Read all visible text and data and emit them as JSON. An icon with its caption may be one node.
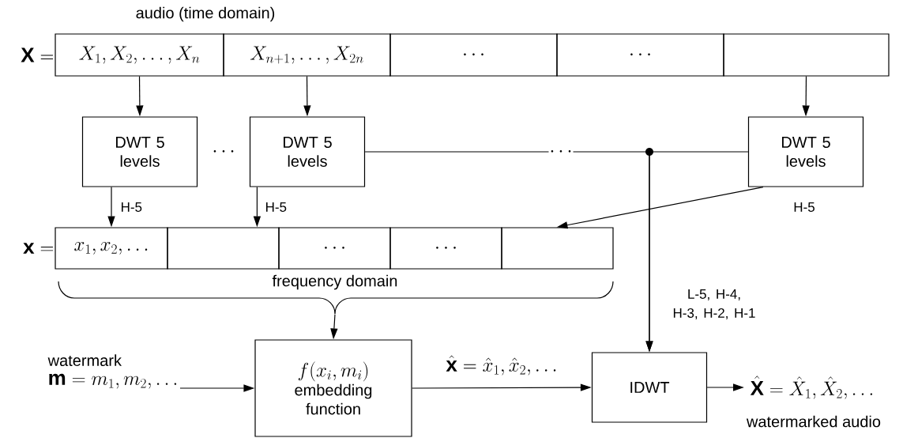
{
  "diagram": {
    "nodes": [
      {
        "text": [
          "X_{1}, X_{2}, \\ldots, X_{n}"
        ],
        "beside": [
          "\\mathbf{X} ="
        ]
      },
      {
        "text": [
          "X_{n+1}, \\ldots, X_{2n}"
        ]
      },
      {
        "text": [
          "\\cdots"
        ]
      },
      {
        "text": [
          "\\cdots"
        ]
      },
      {
        "text": [],
        "shape": "box"
      },
      {
        "text": [
          "DWT 5 levels"
        ]
      },
      {
        "text": [
          "DWT 5 levels"
        ]
      },
      {
        "text": [
          "DWT 5 levels"
        ]
      },
      {
        "text": [
          "x_{1}, x_{2}, \\ldots"
        ],
        "beside": [
          "\\mathbf{x} ="
        ]
      },
      {
        "text": [],
        "shape": "box"
      },
      {
        "text": [
          "\\cdots"
        ]
      },
      {
        "text": [
          "\\cdots"
        ]
      },
      {
        "text": [],
        "shape": "box"
      },
      {
        "text": [
          "f(x_{i}, m_{i})",
          "embedding function"
        ]
      },
      {
        "text": [
          "watermark",
          "\\mathbf{m} = m_{1}, m_{2}, \\ldots"
        ]
      },
      {
        "text": [
          "IDWT"
        ]
      },
      {
        "text": [
          "\\hat{\\mathbf{X}} = \\hat{X}_{1}, \\hat{X}_{2}, \\ldots"
        ],
        "beside": [
          "watermarked audio"
        ]
      },
      {
        "text": [],
        "shape": "brace"
      }
    ],
    "edges": [
      {
        "from": 0,
        "to": 5,
        "arrow": "to"
      },
      {
        "from": 1,
        "to": 6,
        "arrow": "to"
      },
      {
        "from": 4,
        "to": 7,
        "arrow": "to"
      },
      {
        "from": 5,
        "to": 8,
        "arrow": "to",
        "label": "H-5"
      },
      {
        "from": 6,
        "to": 9,
        "arrow": "to",
        "label": "H-5"
      },
      {
        "from": 7,
        "to": 12,
        "arrow": "to",
        "label": "H-5"
      },
      {
        "from": 6,
        "to": 15,
        "arrow": "to",
        "label": "L-5, H-4, H-3, H-2, H-1"
      },
      {
        "from": 7,
        "to": 15,
        "arrow": "to"
      },
      {
        "from": 17,
        "to": 13,
        "arrow": "to"
      },
      {
        "from": 14,
        "to": 13,
        "arrow": "to"
      },
      {
        "from": 13,
        "to": 15,
        "arrow": "to",
        "label": "\\hat{\\mathbf{x}} = \\hat{x}_{1}, \\hat{x}_{2}, \\ldots"
      },
      {
        "from": 15,
        "to": 16,
        "arrow": "to"
      }
    ],
    "labels": [
      "audio (time domain)",
      "\\cdots",
      "\\cdots",
      "frequency domain"
    ]
  }
}
